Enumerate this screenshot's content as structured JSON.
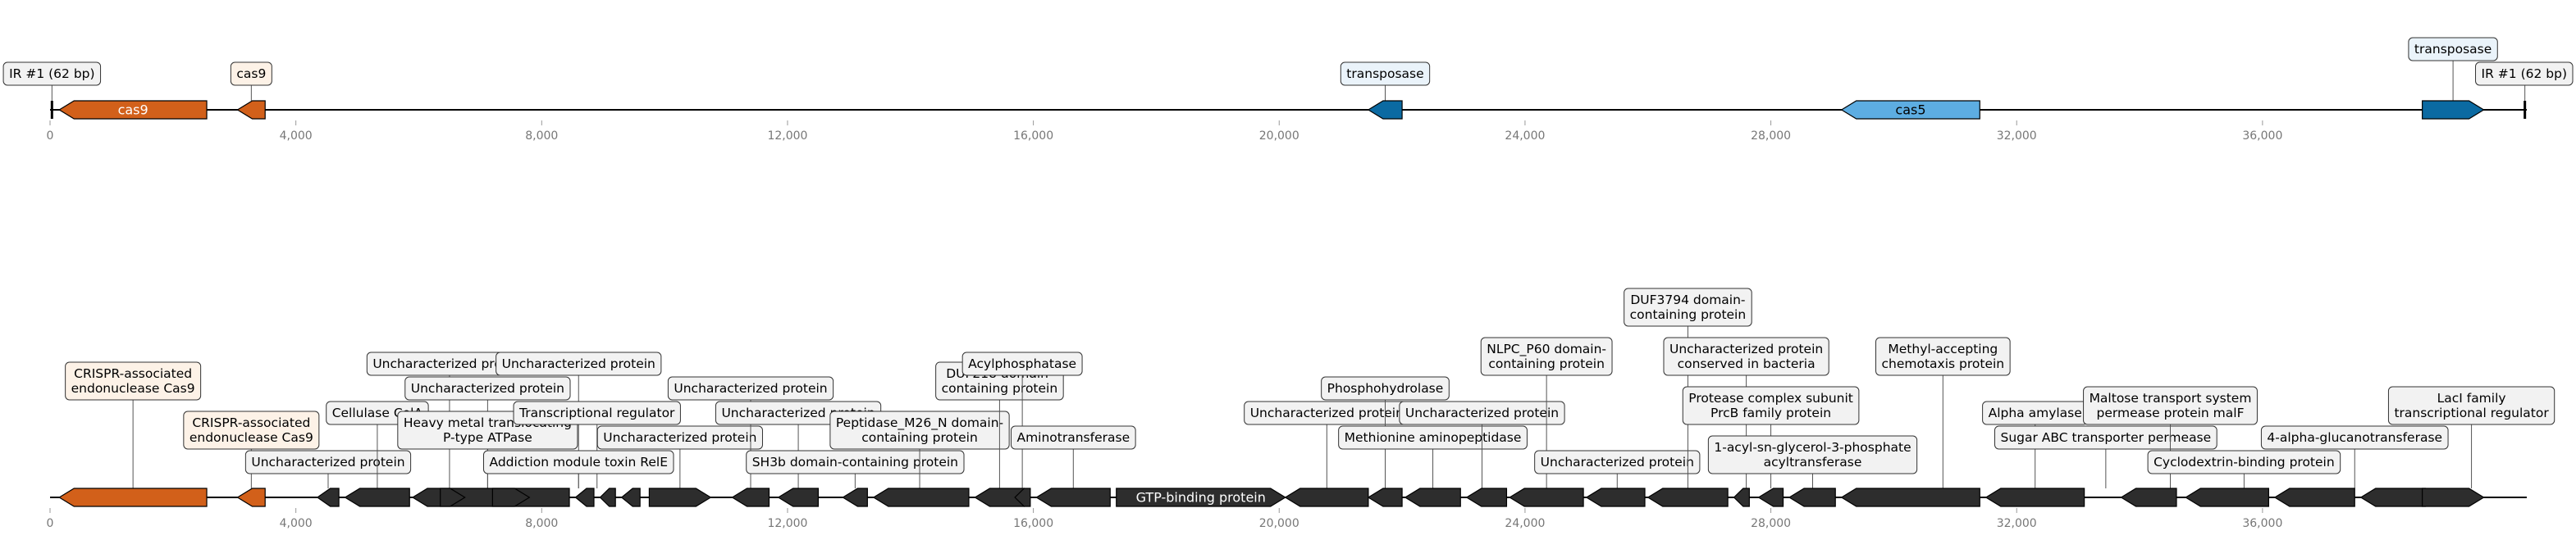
{
  "axis": {
    "min": 0,
    "max": 40300,
    "ticks": [
      {
        "value": 0,
        "label": "0"
      },
      {
        "value": 4000,
        "label": "4,000"
      },
      {
        "value": 8000,
        "label": "8,000"
      },
      {
        "value": 12000,
        "label": "12,000"
      },
      {
        "value": 16000,
        "label": "16,000"
      },
      {
        "value": 20000,
        "label": "20,000"
      },
      {
        "value": 24000,
        "label": "24,000"
      },
      {
        "value": 28000,
        "label": "28,000"
      },
      {
        "value": 32000,
        "label": "32,000"
      },
      {
        "value": 36000,
        "label": "36,000"
      }
    ]
  },
  "colors": {
    "cas9": "#d2601a",
    "cas5": "#5dade2",
    "transposase": "#0b6aa2",
    "other": "#2d2d2d",
    "cas_label_bg": "#fdf2e7",
    "transposase_label_bg": "#eaf3fa",
    "default_label_bg": "#f2f2f2"
  },
  "tracks": [
    {
      "id": "overview",
      "features": [
        {
          "start": 150,
          "end": 2550,
          "strand": -1,
          "kind": "cas9",
          "inline": "cas9"
        },
        {
          "start": 3050,
          "end": 3500,
          "strand": -1,
          "kind": "cas9"
        },
        {
          "start": 21450,
          "end": 22000,
          "strand": -1,
          "kind": "transposase"
        },
        {
          "start": 29150,
          "end": 31400,
          "strand": -1,
          "kind": "cas5",
          "inline": "cas5",
          "inline_dark": true
        },
        {
          "start": 38600,
          "end": 39600,
          "strand": 1,
          "kind": "transposase"
        }
      ],
      "labels": [
        {
          "text": "IR #1 (62 bp)",
          "at": 31,
          "level": 0,
          "kind": "default"
        },
        {
          "text": "cas9",
          "at": 3275,
          "level": 0,
          "kind": "cas"
        },
        {
          "text": "transposase",
          "at": 21725,
          "level": 0,
          "kind": "transposase"
        },
        {
          "text": "transposase",
          "at": 39100,
          "level": 1,
          "kind": "transposase"
        },
        {
          "text": "IR #1 (62 bp)",
          "at": 40269,
          "level": 0,
          "kind": "default"
        }
      ],
      "ir_marks": [
        31,
        40269
      ]
    },
    {
      "id": "detail",
      "features": [
        {
          "start": 150,
          "end": 2550,
          "strand": -1,
          "kind": "cas9"
        },
        {
          "start": 3050,
          "end": 3500,
          "strand": -1,
          "kind": "cas9"
        },
        {
          "start": 4350,
          "end": 4700,
          "strand": -1,
          "kind": "other"
        },
        {
          "start": 4800,
          "end": 5850,
          "strand": -1,
          "kind": "other"
        },
        {
          "start": 5900,
          "end": 8450,
          "strand": -1,
          "kind": "other"
        },
        {
          "start": 6350,
          "end": 6750,
          "strand": 1,
          "kind": "other"
        },
        {
          "start": 7200,
          "end": 7800,
          "strand": 1,
          "kind": "other"
        },
        {
          "start": 8550,
          "end": 8850,
          "strand": -1,
          "kind": "other"
        },
        {
          "start": 8950,
          "end": 9200,
          "strand": -1,
          "kind": "other"
        },
        {
          "start": 9300,
          "end": 9600,
          "strand": -1,
          "kind": "other"
        },
        {
          "start": 9750,
          "end": 10750,
          "strand": 1,
          "kind": "other"
        },
        {
          "start": 11100,
          "end": 11700,
          "strand": -1,
          "kind": "other"
        },
        {
          "start": 11850,
          "end": 12500,
          "strand": -1,
          "kind": "other"
        },
        {
          "start": 12900,
          "end": 13300,
          "strand": -1,
          "kind": "other"
        },
        {
          "start": 13400,
          "end": 14950,
          "strand": -1,
          "kind": "other"
        },
        {
          "start": 15050,
          "end": 15850,
          "strand": -1,
          "kind": "other"
        },
        {
          "start": 15700,
          "end": 15950,
          "strand": -1,
          "kind": "other"
        },
        {
          "start": 16050,
          "end": 17250,
          "strand": -1,
          "kind": "other"
        },
        {
          "start": 17350,
          "end": 20100,
          "strand": 1,
          "kind": "other",
          "inline": "GTP-binding protein"
        },
        {
          "start": 20100,
          "end": 21450,
          "strand": -1,
          "kind": "other"
        },
        {
          "start": 21450,
          "end": 22000,
          "strand": -1,
          "kind": "other"
        },
        {
          "start": 22050,
          "end": 22950,
          "strand": -1,
          "kind": "other"
        },
        {
          "start": 23050,
          "end": 23700,
          "strand": -1,
          "kind": "other"
        },
        {
          "start": 23750,
          "end": 24950,
          "strand": -1,
          "kind": "other"
        },
        {
          "start": 25000,
          "end": 25950,
          "strand": -1,
          "kind": "other"
        },
        {
          "start": 26000,
          "end": 27300,
          "strand": -1,
          "kind": "other"
        },
        {
          "start": 27400,
          "end": 27650,
          "strand": -1,
          "kind": "other"
        },
        {
          "start": 27800,
          "end": 28200,
          "strand": -1,
          "kind": "other"
        },
        {
          "start": 28300,
          "end": 29050,
          "strand": -1,
          "kind": "other"
        },
        {
          "start": 29150,
          "end": 31400,
          "strand": -1,
          "kind": "other"
        },
        {
          "start": 31500,
          "end": 33100,
          "strand": -1,
          "kind": "other"
        },
        {
          "start": 33700,
          "end": 34600,
          "strand": -1,
          "kind": "other"
        },
        {
          "start": 34750,
          "end": 36100,
          "strand": -1,
          "kind": "other"
        },
        {
          "start": 36200,
          "end": 37500,
          "strand": -1,
          "kind": "other"
        },
        {
          "start": 37600,
          "end": 38650,
          "strand": -1,
          "kind": "other"
        },
        {
          "start": 38600,
          "end": 39600,
          "strand": 1,
          "kind": "other"
        }
      ],
      "labels": [
        {
          "text": "CRISPR-associated\nendonuclease Cas9",
          "at": 1350,
          "level": 3,
          "kind": "cas"
        },
        {
          "text": "CRISPR-associated\nendonuclease Cas9",
          "at": 3275,
          "level": 1,
          "kind": "cas"
        },
        {
          "text": "Uncharacterized protein",
          "at": 4525,
          "level": 0,
          "kind": "default"
        },
        {
          "text": "Cellulase CelA",
          "at": 5325,
          "level": 2,
          "kind": "default"
        },
        {
          "text": "Uncharacterized protein",
          "at": 6500,
          "level": 4,
          "kind": "default"
        },
        {
          "text": "Uncharacterized protein",
          "at": 7120,
          "level": 3,
          "kind": "default"
        },
        {
          "text": "Heavy metal translocating\nP-type ATPase",
          "at": 7120,
          "level": 1,
          "kind": "default"
        },
        {
          "text": "Uncharacterized protein",
          "at": 8600,
          "level": 4,
          "kind": "default"
        },
        {
          "text": "Transcriptional regulator",
          "at": 8900,
          "level": 2,
          "kind": "default"
        },
        {
          "text": "Addiction module toxin RelE",
          "at": 8600,
          "level": 0,
          "kind": "default"
        },
        {
          "text": "Uncharacterized protein",
          "at": 10250,
          "level": 1,
          "kind": "default"
        },
        {
          "text": "Uncharacterized protein",
          "at": 11400,
          "level": 3,
          "kind": "default"
        },
        {
          "text": "Uncharacterized protein",
          "at": 12175,
          "level": 2,
          "kind": "default"
        },
        {
          "text": "SH3b domain-containing protein",
          "at": 13100,
          "level": 0,
          "kind": "default"
        },
        {
          "text": "Peptidase_M26_N domain-\ncontaining protein",
          "at": 14150,
          "level": 1,
          "kind": "default"
        },
        {
          "text": "DUF218 domain-\ncontaining protein",
          "at": 15450,
          "level": 3,
          "kind": "default"
        },
        {
          "text": "Acylphosphatase",
          "at": 15820,
          "level": 4,
          "kind": "default"
        },
        {
          "text": "Aminotransferase",
          "at": 16650,
          "level": 1,
          "kind": "default"
        },
        {
          "text": "Uncharacterized protein",
          "at": 20775,
          "level": 2,
          "kind": "default"
        },
        {
          "text": "Phosphohydrolase",
          "at": 21725,
          "level": 3,
          "kind": "default"
        },
        {
          "text": "Methionine aminopeptidase",
          "at": 22500,
          "level": 1,
          "kind": "default"
        },
        {
          "text": "Uncharacterized protein",
          "at": 23300,
          "level": 2,
          "kind": "default"
        },
        {
          "text": "NLPC_P60 domain-\ncontaining protein",
          "at": 24350,
          "level": 4,
          "kind": "default"
        },
        {
          "text": "Uncharacterized protein",
          "at": 25500,
          "level": 0,
          "kind": "default"
        },
        {
          "text": "DUF3794 domain-\ncontaining protein",
          "at": 26650,
          "level": 6,
          "kind": "default"
        },
        {
          "text": "Uncharacterized protein\nconserved in bacteria",
          "at": 27600,
          "level": 4,
          "kind": "default"
        },
        {
          "text": "Protease complex subunit\nPrcB family protein",
          "at": 28000,
          "level": 2,
          "kind": "default"
        },
        {
          "text": "1-acyl-sn-glycerol-3-phosphate\nacyltransferase",
          "at": 28680,
          "level": 0,
          "kind": "default"
        },
        {
          "text": "Methyl-accepting\nchemotaxis protein",
          "at": 30800,
          "level": 4,
          "kind": "default"
        },
        {
          "text": "Alpha amylase",
          "at": 32300,
          "level": 2,
          "kind": "default"
        },
        {
          "text": "Sugar ABC transporter permease",
          "at": 33450,
          "level": 1,
          "kind": "default"
        },
        {
          "text": "Maltose transport system\npermease protein malF",
          "at": 34500,
          "level": 2,
          "kind": "default"
        },
        {
          "text": "Cyclodextrin-binding protein",
          "at": 35700,
          "level": 0,
          "kind": "default"
        },
        {
          "text": "4-alpha-glucanotransferase",
          "at": 37500,
          "level": 1,
          "kind": "default"
        },
        {
          "text": "LacI family\ntranscriptional regulator",
          "at": 39400,
          "level": 2,
          "kind": "default"
        }
      ]
    }
  ]
}
